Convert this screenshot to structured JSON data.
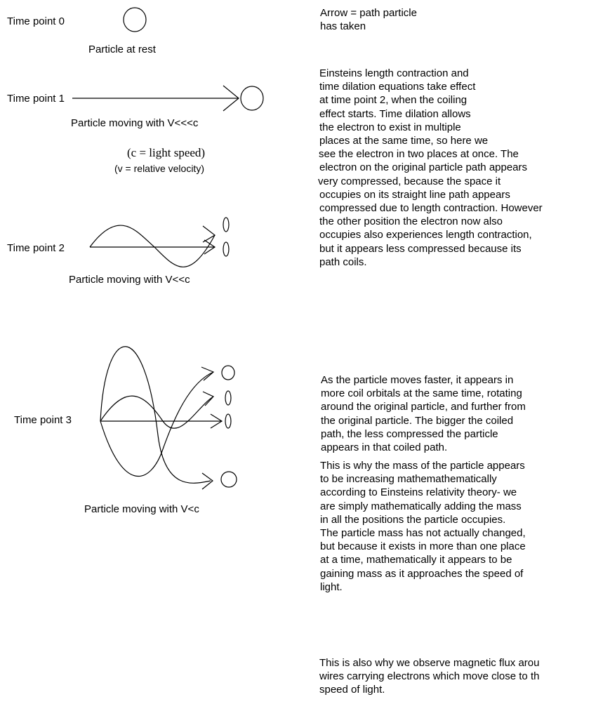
{
  "timepoints": [
    {
      "label": "Time point 0",
      "caption": "Particle at rest"
    },
    {
      "label": "Time point 1",
      "caption": "Particle moving with V<<<c"
    },
    {
      "label": "Time point 2",
      "caption": "Particle moving with V<<c"
    },
    {
      "label": "Time point 3",
      "caption": "Particle moving with V<c"
    }
  ],
  "notes": {
    "c_def": "(c = light speed)",
    "v_def": "(v = relative velocity)"
  },
  "legend_lines": [
    "Arrow = path particle",
    "has taken"
  ],
  "paragraph1": [
    "Einsteins length contraction and",
    "time dilation equations take effect",
    "at time point 2, when the coiling",
    "effect starts. Time dilation allows",
    "the electron to exist in multiple",
    "places at the same time, so here we",
    "see the electron in two places at once. The",
    "electron on the original particle path appears",
    "very compressed, because the space it",
    "occupies on its straight line path appears",
    "compressed due to length contraction. However",
    "the other position the electron now also",
    "occupies also experiences length contraction,",
    "but it appears less compressed because its",
    "path coils."
  ],
  "paragraph2": [
    "As the particle moves faster, it appears in",
    "more coil orbitals at the same time, rotating",
    "around the original particle, and further from",
    "the original particle. The bigger the coiled",
    "path, the less compressed the particle",
    "appears in that coiled path."
  ],
  "paragraph3": [
    "This is why the mass of the particle appears",
    "to be increasing mathemathematically",
    "according to Einsteins relativity theory- we",
    "are simply mathematically adding the mass",
    "in all the positions the particle occupies.",
    "The particle mass has not actually changed,",
    "but because it exists in more than one place",
    "at a time, mathematically it appears to be",
    "gaining mass as it approaches the speed of",
    "light."
  ],
  "paragraph4": [
    "This is also why we observe magnetic flux arou",
    "wires carrying electrons which move close to th",
    "speed of light."
  ]
}
